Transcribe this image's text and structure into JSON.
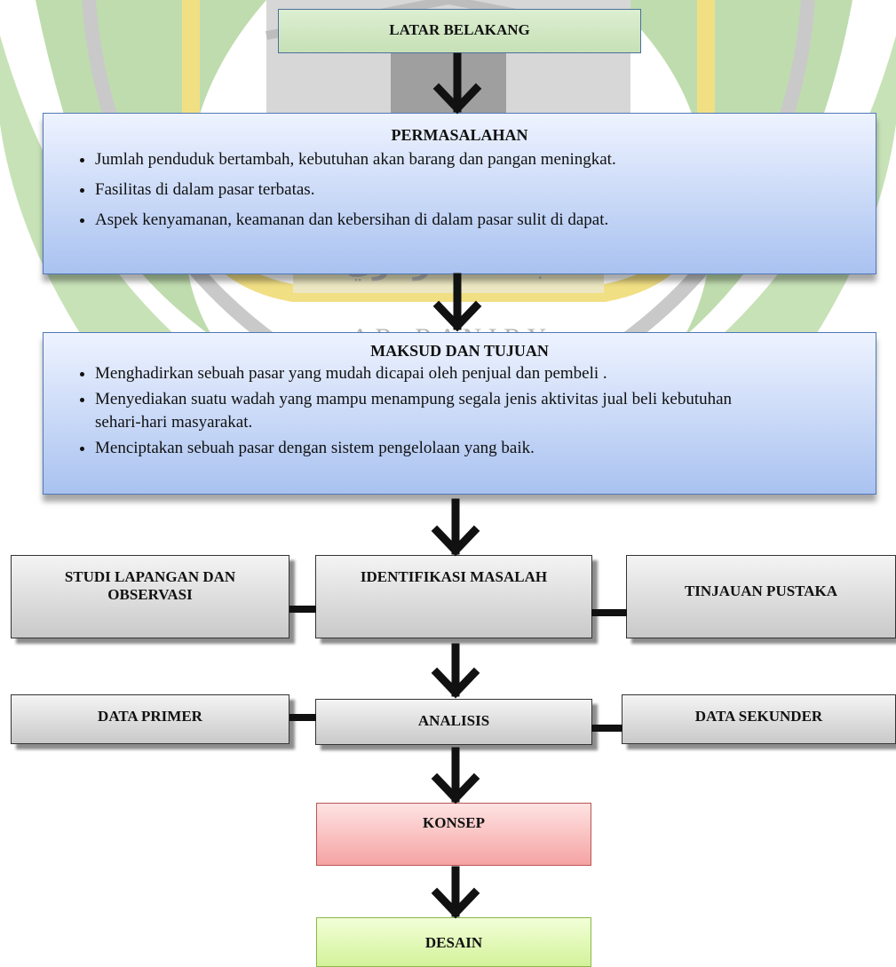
{
  "watermark": {
    "arabic": "جامعة الرانري",
    "latin": "A R - R A N I R Y"
  },
  "boxes": {
    "latar": "LATAR BELAKANG",
    "permasalahan": {
      "title": "PERMASALAHAN",
      "items": [
        "Jumlah penduduk bertambah, kebutuhan akan barang dan pangan meningkat.",
        "Fasilitas di dalam pasar terbatas.",
        "Aspek kenyamanan, keamanan dan kebersihan di dalam pasar sulit di dapat."
      ]
    },
    "maksud": {
      "title": "MAKSUD DAN TUJUAN",
      "items": [
        "Menghadirkan sebuah pasar yang mudah dicapai oleh penjual dan pembeli .",
        "Menyediakan suatu wadah yang mampu menampung segala jenis aktivitas jual beli kebutuhan sehari-hari masyarakat.",
        "Menciptakan sebuah pasar dengan sistem pengelolaan yang baik."
      ]
    },
    "studi": "STUDI LAPANGAN DAN OBSERVASI",
    "identifikasi": "IDENTIFIKASI MASALAH",
    "tinjauan": "TINJAUAN PUSTAKA",
    "data_primer": "DATA PRIMER",
    "analisis": "ANALISIS",
    "data_sekunder": "DATA SEKUNDER",
    "konsep": "KONSEP",
    "desain": "DESAIN"
  },
  "colors": {
    "latar_fill": "#dcefd2",
    "blue_fill": "#a9c2f0",
    "gray_fill": "#c9c9c9",
    "konsep_fill": "#f5a3a3",
    "desain_fill": "#d3f29a",
    "watermark_green": "#b9d8a8",
    "watermark_yellow": "#f2e28a",
    "watermark_gray": "#c8c8c8"
  }
}
